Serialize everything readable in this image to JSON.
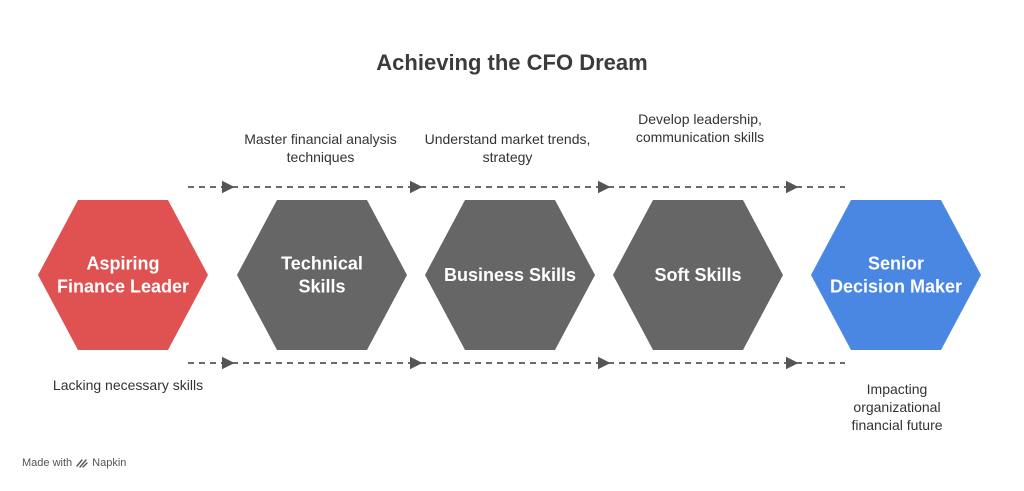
{
  "title": "Achieving the CFO Dream",
  "colors": {
    "start": "#e05252",
    "middle": "#666666",
    "end": "#4a87e3",
    "arrow": "#555555"
  },
  "nodes": [
    {
      "id": "aspiring",
      "lines": [
        "Aspiring",
        "Finance Leader"
      ],
      "color": "#e05252"
    },
    {
      "id": "technical",
      "lines": [
        "Technical",
        "Skills"
      ],
      "color": "#666666"
    },
    {
      "id": "business",
      "lines": [
        "Business Skills"
      ],
      "color": "#666666"
    },
    {
      "id": "soft",
      "lines": [
        "Soft Skills"
      ],
      "color": "#666666"
    },
    {
      "id": "senior",
      "lines": [
        "Senior",
        "Decision Maker"
      ],
      "color": "#4a87e3"
    }
  ],
  "top_notes": {
    "technical": "Master financial analysis techniques",
    "business": "Understand market trends, strategy",
    "soft": "Develop leadership, communication skills"
  },
  "bottom_notes": {
    "aspiring": "Lacking necessary skills",
    "senior": "Impacting organizational financial future"
  },
  "footer": {
    "made_with": "Made with",
    "brand": "Napkin",
    "icon": "napkin-logo-icon"
  }
}
